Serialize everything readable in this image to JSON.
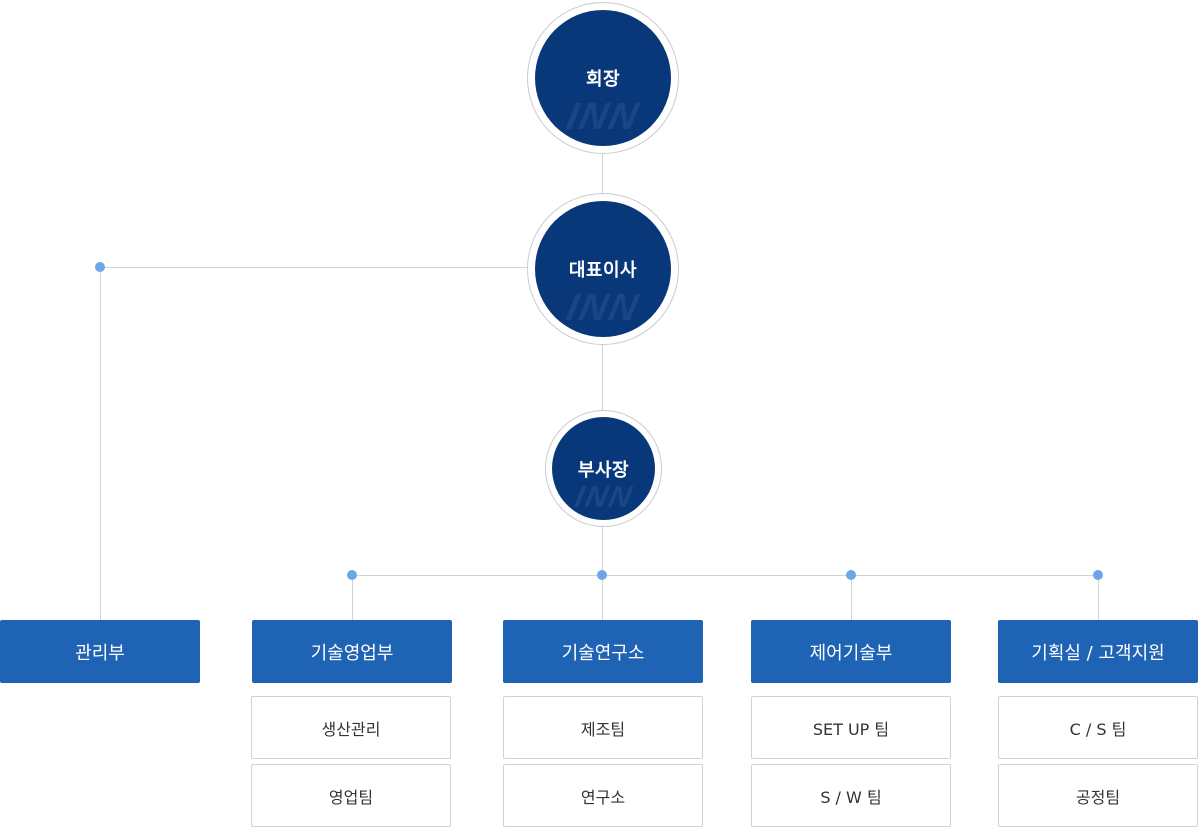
{
  "executives": [
    {
      "label": "회장",
      "watermark": "INN"
    },
    {
      "label": "대표이사",
      "watermark": "INN"
    },
    {
      "label": "부사장",
      "watermark": "INN"
    }
  ],
  "departments": [
    {
      "label": "관리부",
      "teams": []
    },
    {
      "label": "기술영업부",
      "teams": [
        "생산관리",
        "영업팀"
      ]
    },
    {
      "label": "기술연구소",
      "teams": [
        "제조팀",
        "연구소"
      ]
    },
    {
      "label": "제어기술부",
      "teams": [
        "SET UP 팀",
        "S / W 팀"
      ]
    },
    {
      "label": "기획실 / 고객지원",
      "teams": [
        "C / S 팀",
        "공정팀"
      ]
    }
  ],
  "colors": {
    "executive_circle": "#08377a",
    "department_box": "#1f63b5",
    "connector_dot": "#6aa6e8",
    "line": "#cfd3d9"
  }
}
